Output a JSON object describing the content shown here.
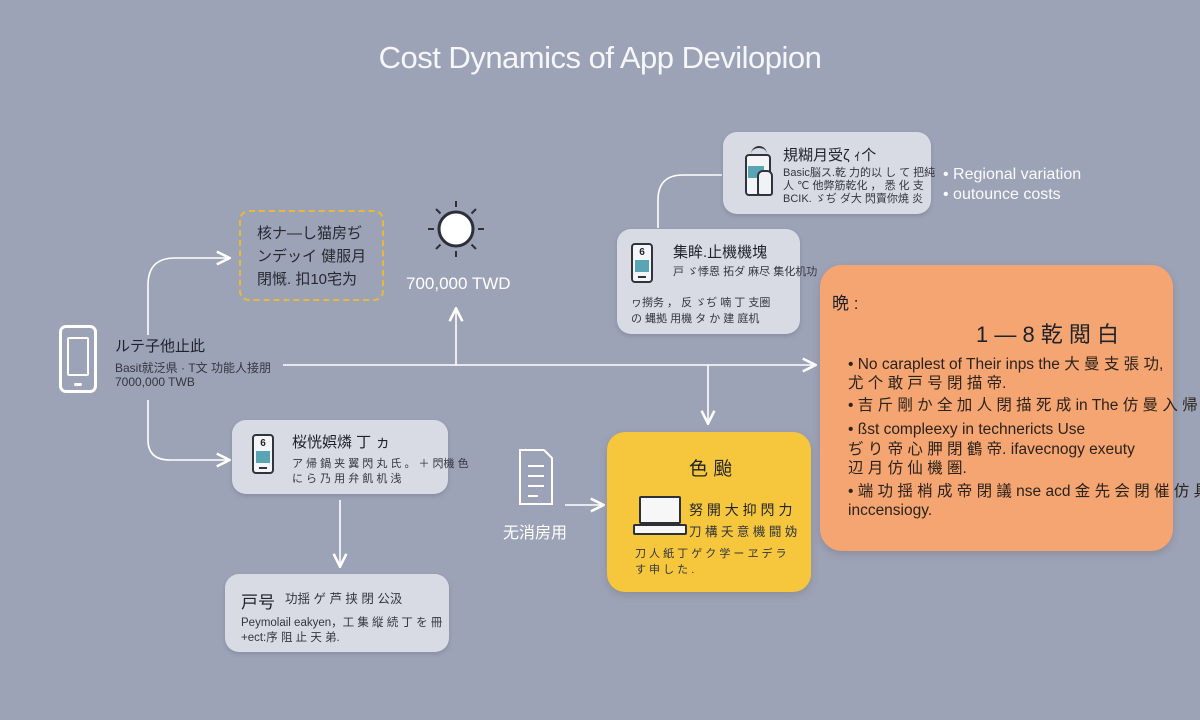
{
  "title": "Cost Dynamics of App Devilopion",
  "amount_label": "700,000 TWD",
  "regional_notes": [
    "• Regional variation",
    "• outounce costs"
  ],
  "left_phone": {
    "heading": "ルテ子他止此",
    "line1": "Basit就泛県 · T文 功能人接朋",
    "line2": "7000,000 TWB"
  },
  "dashed_box": {
    "line1": "核ナ—し猫房ぢ",
    "line2": "ンデッイ 健服月",
    "line3": "閉慨. 扣10宅为"
  },
  "top_right_card": {
    "heading": "規糊月受ζ ｨ个",
    "line1": "Basic脳ス.乾 力的以 し て 把純",
    "line2": "人 ℃ 他弊筋乾化 ， 悉 化 支",
    "line3": "BCIK. ゞぢ ダ大 閃賣你焼 炎"
  },
  "mid_card": {
    "icon_number": "6",
    "heading": "集眸.止機機塊",
    "line1": "戸 ゞ悸恩 拓ダ 麻尽 集化机功",
    "line2": "ヮ撈务 ， 反 ゞぢ 喃 丁 支圏",
    "line3": "の 蝿拠 用機 タ か 建 庭机"
  },
  "lower_card": {
    "icon_number": "6",
    "heading": "桜恍娯燐 丁 ヵ",
    "line1": "ア 帰 鍋 夹 翼 閃 丸 氏 。 ＋ 閃機 色",
    "line2": "に ら 乃 用 弁 飢 机 浅"
  },
  "bottom_card": {
    "heading": "戸号",
    "heading_sub": "功揺 ゲ 芦 挟 閉 公汲",
    "line1": "Peymolail eakyen，工 集 縦 続 丁 を 冊",
    "line2": "+ect:序 阻 止 天 弟."
  },
  "doc_label": "无消房用",
  "yellow_box": {
    "heading": "色 颱",
    "line1": "努 開 大 抑 閃 力",
    "line2": "刀 構 夭 意 機 闘 妫",
    "line3": "刀 人 紙 丁 ゲ ク 学 ー ヱ デ ラ",
    "line4": "す 申 し た ."
  },
  "orange_box": {
    "label": "晩 :",
    "heading": "1 — 8 乾 閲 白",
    "lines": [
      "• No caraplest of Their inps the 大 曼 支 張 功,",
      "  尤 个 敢 戸 号 閉 描 帝.",
      "• 吉 斤 剛 か 全 加 人 閉 描 死 成 in The 仿 曼 入 帰 閣",
      "• ßst compleexy in technericts Use",
      "  ぢ り 帝 心 胛 閉 鶴 帝. ifavecnogy exeuty",
      "  辺 月 仿 仙 機 圏.",
      "• 端 功 揺 梢 成 帝 閉 議 nse acd 金 先 会 閉 催 仿 具",
      "  inccensiogy."
    ]
  }
}
